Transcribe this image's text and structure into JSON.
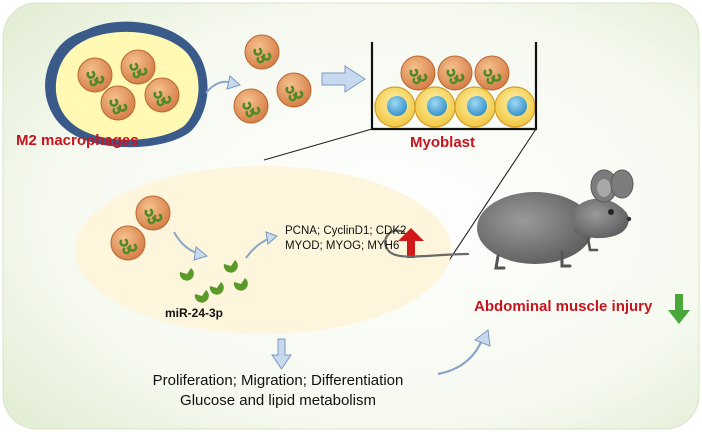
{
  "labels": {
    "m2_macrophages": "M2 macrophages",
    "myoblast": "Myoblast",
    "markers_line1": "PCNA; CyclinD1; CDK2",
    "markers_line2": "MYOD; MYOG; MYH6",
    "mirna": "miR-24-3p",
    "outcome_line1": "Proliferation; Migration; Differentiation",
    "outcome_line2": "Glucose and lipid metabolism",
    "injury": "Abdominal muscle injury"
  },
  "colors": {
    "title_red": "#c8141e",
    "macrophage_orange": "#e0915c",
    "mirna_green": "#5a9a2a",
    "up_arrow_red": "#d01818",
    "down_arrow_green": "#4aa83a",
    "ellipse_cream": "#fdf6dc",
    "mouse_gray": "#7a7a7a"
  },
  "icons": {
    "up_arrow": "up-arrow-icon",
    "down_arrow": "down-arrow-icon",
    "mouse": "mouse-icon"
  }
}
